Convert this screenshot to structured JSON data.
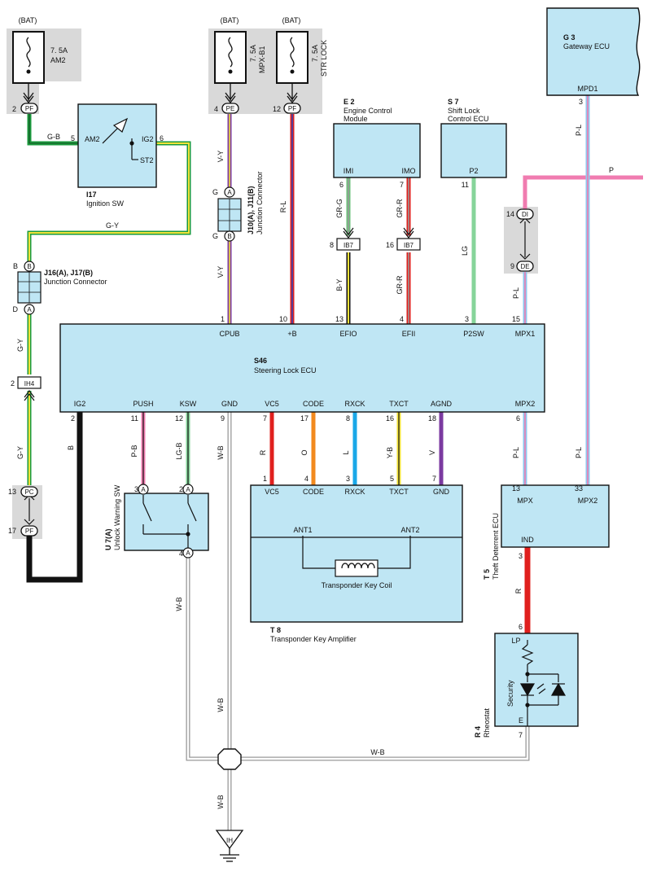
{
  "colors": {
    "box_fill": "#bfe6f4",
    "gray_bg": "#d9d9d9",
    "wire_green": "#1a9a3c",
    "wire_yellow": "#f2e23a",
    "wire_violet": "#7b3aa0",
    "wire_red": "#e0201e",
    "wire_gr_g": "#6bbf7a",
    "wire_black": "#111111",
    "wire_pink": "#f07cb0",
    "wire_lblue": "#8fc8ef",
    "wire_orange": "#f28a1e",
    "wire_blue": "#1aa8e8",
    "wire_lg": "#86d49a",
    "wire_gray": "#9a9a9a"
  },
  "fuses": {
    "am2": {
      "bat": "(BAT)",
      "rating": "7. 5A",
      "name": "AM2",
      "pin": "2",
      "conn": "PF"
    },
    "mpx": {
      "bat": "(BAT)",
      "rating": "7. 5A",
      "name": "MPX-B1",
      "pin": "4",
      "conn": "PE"
    },
    "str": {
      "bat": "(BAT)",
      "rating": "7. 5A",
      "name": "STR LOCK",
      "pin": "12",
      "conn": "PF"
    }
  },
  "components": {
    "ignition_sw": {
      "id": "I17",
      "name": "Ignition SW",
      "am2": "AM2",
      "ig2": "IG2",
      "st2": "ST2",
      "pin_am2": "5",
      "pin_ig2": "6"
    },
    "j10": {
      "id": "J10(A), J11(B)",
      "name": "Junction Connector",
      "a": "A",
      "b": "B",
      "g1": "G",
      "g2": "G"
    },
    "j16": {
      "id": "J16(A), J17(B)",
      "name": "Junction Connector",
      "b": "B",
      "d": "D"
    },
    "ecm": {
      "id": "E 2",
      "name1": "Engine Control",
      "name2": "Module",
      "imi": "IMI",
      "imo": "IMO",
      "pin_imi": "6",
      "pin_imo": "7"
    },
    "shift": {
      "id": "S 7",
      "name1": "Shift Lock",
      "name2": "Control ECU",
      "p2": "P2",
      "pin": "11"
    },
    "gateway": {
      "id": "G 3",
      "name": "Gateway ECU",
      "mpd1": "MPD1",
      "pin": "3"
    },
    "steering": {
      "id": "S46",
      "name": "Steering Lock ECU"
    },
    "unlock_sw": {
      "id": "U 7(A)",
      "name": "Unlock Warning SW"
    },
    "transponder": {
      "id": "T 8",
      "name": "Transponder Key Amplifier",
      "ant1": "ANT1",
      "ant2": "ANT2",
      "coil": "Transponder Key Coil"
    },
    "theft": {
      "id": "T 5",
      "name": "Theft Deterrent ECU",
      "mpx": "MPX",
      "mpx2": "MPX2",
      "ind": "IND",
      "pin_mpx": "13",
      "pin_mpx2": "33",
      "pin_ind": "3"
    },
    "rheostat": {
      "id": "R 4",
      "name": "Rheostat",
      "lp": "LP",
      "e": "E",
      "security": "Security",
      "pin_lp": "6",
      "pin_e": "7"
    }
  },
  "ecu_top_pins": [
    {
      "name": "CPUB",
      "pin": "1"
    },
    {
      "name": "+B",
      "pin": "10"
    },
    {
      "name": "EFIO",
      "pin": "13"
    },
    {
      "name": "EFII",
      "pin": "4"
    },
    {
      "name": "P2SW",
      "pin": "3"
    },
    {
      "name": "MPX1",
      "pin": "15"
    }
  ],
  "ecu_bottom_pins": [
    {
      "name": "IG2",
      "pin": "2"
    },
    {
      "name": "PUSH",
      "pin": "11"
    },
    {
      "name": "KSW",
      "pin": "12"
    },
    {
      "name": "GND",
      "pin": "9"
    },
    {
      "name": "VC5",
      "pin": "7"
    },
    {
      "name": "CODE",
      "pin": "17"
    },
    {
      "name": "RXCK",
      "pin": "8"
    },
    {
      "name": "TXCT",
      "pin": "16"
    },
    {
      "name": "AGND",
      "pin": "18"
    },
    {
      "name": "MPX2",
      "pin": "6"
    }
  ],
  "amp_pins": [
    {
      "name": "VC5",
      "pin": "1"
    },
    {
      "name": "CODE",
      "pin": "4"
    },
    {
      "name": "RXCK",
      "pin": "3"
    },
    {
      "name": "TXCT",
      "pin": "5"
    },
    {
      "name": "GND",
      "pin": "7"
    }
  ],
  "wire_labels": {
    "g_b": "G-B",
    "g_y1": "G-Y",
    "g_y2": "G-Y",
    "g_y3": "G-Y",
    "v_y1": "V-Y",
    "v_y2": "V-Y",
    "r_l": "R-L",
    "gr_g": "GR-G",
    "b_y": "B-Y",
    "gr_r1": "GR-R",
    "gr_r2": "GR-R",
    "lg": "LG",
    "p_l1": "P-L",
    "p_l2": "P-L",
    "p_l3": "P-L",
    "p_l4": "P-L",
    "p": "P",
    "b": "B",
    "p_b": "P-B",
    "lg_b": "LG-B",
    "w_b1": "W-B",
    "w_b2": "W-B",
    "w_b3": "W-B",
    "w_b4": "W-B",
    "w_b5": "W-B",
    "r_vc5": "R",
    "o": "O",
    "l": "L",
    "y_b": "Y-B",
    "v": "V",
    "r_ind": "R"
  },
  "connectors": {
    "ib7_left": {
      "name": "IB7",
      "pin": "8"
    },
    "ib7_right": {
      "name": "IB7",
      "pin": "16"
    },
    "ih4": {
      "name": "IH4",
      "pin": "2"
    },
    "di": {
      "name": "DI",
      "pin": "14"
    },
    "de": {
      "name": "DE",
      "pin": "9"
    },
    "pc": {
      "name": "PC",
      "pin": "13"
    },
    "pf": {
      "name": "PF",
      "pin": "17"
    },
    "ih": {
      "name": "IH"
    }
  },
  "switch_pins": {
    "a3": "3",
    "a2": "2",
    "a4": "4",
    "a": "A"
  }
}
